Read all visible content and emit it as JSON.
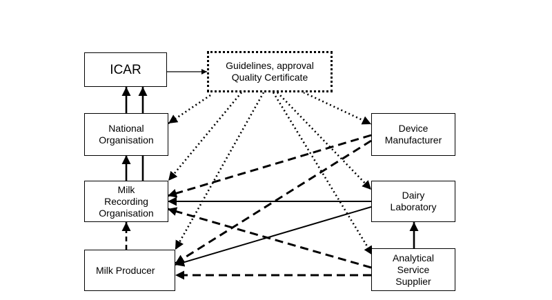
{
  "nodes": {
    "icar": "ICAR",
    "guidelines": "Guidelines, approval\nQuality Certificate",
    "national": "National\nOrganisation",
    "device": "Device\nManufacturer",
    "milk_recording": "Milk\nRecording\nOrganisation",
    "dairy_lab": "Dairy\nLaboratory",
    "producer": "Milk Producer",
    "analytical": "Analytical\nService\nSupplier"
  },
  "connections": [
    {
      "from": "icar",
      "to": "guidelines",
      "style": "solid"
    },
    {
      "from": "national",
      "to": "icar",
      "style": "solid-thick"
    },
    {
      "from": "milk_recording",
      "to": "national",
      "style": "solid-thick"
    },
    {
      "from": "producer",
      "to": "milk_recording",
      "style": "dashed"
    },
    {
      "from": "analytical",
      "to": "dairy_lab",
      "style": "solid-thick"
    },
    {
      "from": "guidelines",
      "to": "national",
      "style": "dotted"
    },
    {
      "from": "guidelines",
      "to": "device",
      "style": "dotted"
    },
    {
      "from": "guidelines",
      "to": "milk_recording",
      "style": "dotted"
    },
    {
      "from": "guidelines",
      "to": "producer",
      "style": "dotted"
    },
    {
      "from": "guidelines",
      "to": "dairy_lab",
      "style": "dotted"
    },
    {
      "from": "guidelines",
      "to": "analytical",
      "style": "dotted"
    },
    {
      "from": "device",
      "to": "milk_recording",
      "style": "dashed"
    },
    {
      "from": "device",
      "to": "producer",
      "style": "dashed"
    },
    {
      "from": "dairy_lab",
      "to": "milk_recording",
      "style": "solid"
    },
    {
      "from": "dairy_lab",
      "to": "producer",
      "style": "solid"
    },
    {
      "from": "analytical",
      "to": "milk_recording",
      "style": "dashed"
    },
    {
      "from": "analytical",
      "to": "producer",
      "style": "dashed"
    }
  ]
}
